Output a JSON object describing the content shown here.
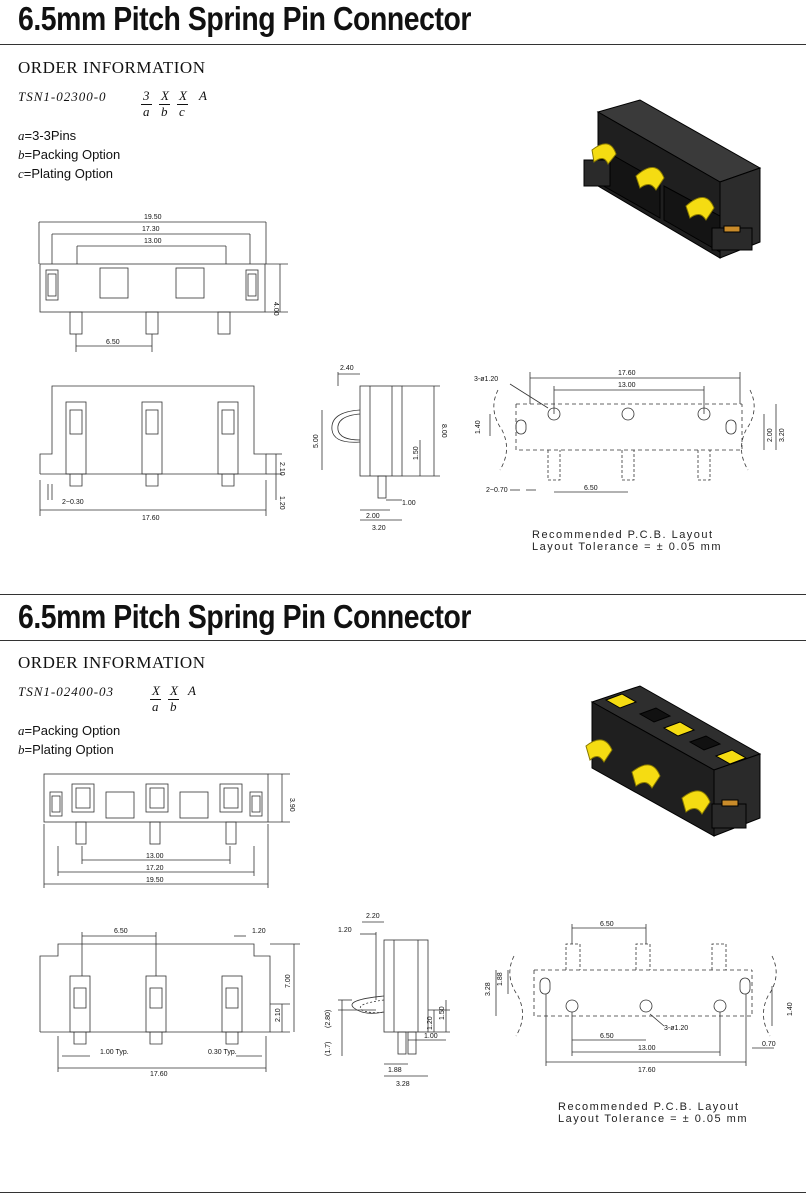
{
  "sections": [
    {
      "title": "6.5mm Pitch Spring Pin Connector",
      "order_heading": "ORDER INFORMATION",
      "part_prefix": "TSN1-02300-0",
      "code_chars": [
        "3",
        "X",
        "X",
        "A"
      ],
      "code_subs": [
        "a",
        "b",
        "c"
      ],
      "options": [
        {
          "key": "a",
          "text": "=3-3Pins"
        },
        {
          "key": "b",
          "text": "=Packing Option"
        },
        {
          "key": "c",
          "text": "=Plating Option"
        }
      ],
      "top_view_dims": {
        "w1": "19.50",
        "w2": "17.30",
        "w3": "13.00",
        "h": "4.00",
        "pitch": "6.50"
      },
      "front_view_dims": {
        "h": "2.10",
        "foot": "1.20",
        "pin": "2~0.30",
        "w": "17.60"
      },
      "side_view_dims": {
        "top": "2.40",
        "h1": "5.00",
        "h2": "8.00",
        "h3": "1.50",
        "b1": "1.00",
        "b2": "2.00",
        "b3": "3.20"
      },
      "pcb_dims": {
        "holes": "3-ø1.20",
        "w1": "17.60",
        "w2": "13.00",
        "v1": "1.40",
        "v2": "2.00",
        "v3": "3.20",
        "slot": "2~0.70",
        "pitch": "6.50"
      },
      "pcb_note": [
        "Recommended   P.C.B.  Layout",
        "Layout  Tolerance  =  ±  0.05  mm"
      ]
    },
    {
      "title": "6.5mm Pitch Spring Pin Connector",
      "order_heading": "ORDER INFORMATION",
      "part_prefix": "TSN1-02400-03",
      "code_chars": [
        "X",
        "X",
        "A"
      ],
      "code_subs": [
        "a",
        "b"
      ],
      "options": [
        {
          "key": "a",
          "text": "=Packing Option"
        },
        {
          "key": "b",
          "text": "=Plating Option"
        }
      ],
      "top_view_dims": {
        "h": "3.90",
        "w1": "13.00",
        "w2": "17.20",
        "w3": "19.50"
      },
      "front_view_dims": {
        "pitch": "6.50",
        "pin": "1.20",
        "h1": "7.00",
        "h2": "2.10",
        "typ1": "1.00 Typ.",
        "typ2": "0.30 Typ.",
        "w": "17.60"
      },
      "side_view_dims": {
        "top": "2.20",
        "t1": "1.20",
        "r1": "(2.80)",
        "r2": "(1.7)",
        "h1": "1.20",
        "h2": "1.50",
        "b1": "1.00",
        "b2": "1.88",
        "b3": "3.28"
      },
      "pcb_dims": {
        "pitch": "6.50",
        "v1": "1.88",
        "v2": "3.28",
        "holes": "3-ø1.20",
        "p2": "6.50",
        "w2": "13.00",
        "w1": "17.60",
        "v3": "1.40",
        "v4": "0.70"
      },
      "pcb_note": [
        "Recommended   P.C.B.  Layout",
        "Layout  Tolerance  =  ±  0.05  mm"
      ]
    }
  ],
  "colors": {
    "body": "#1f1f1f",
    "contact": "#f5dc12",
    "line": "#222222",
    "dim": "#555555"
  }
}
